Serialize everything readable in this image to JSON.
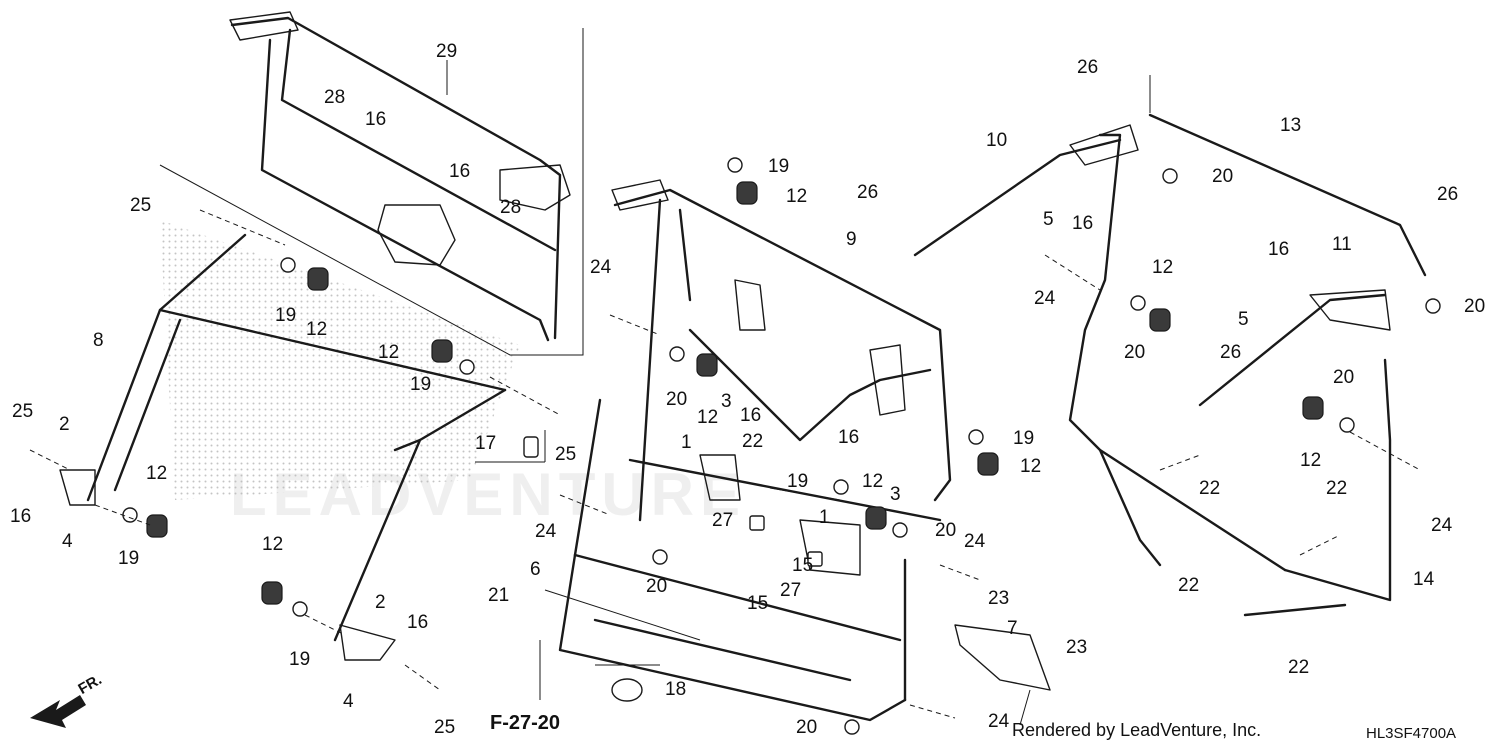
{
  "watermark": "LEADVENTURE",
  "credit": "Rendered by LeadVenture, Inc.",
  "diagram_code": "HL3SF4700A",
  "ref_label": "F-27-20",
  "direction_label": "FR.",
  "callouts": [
    {
      "id": "c29",
      "text": "29"
    },
    {
      "id": "c28a",
      "text": "28"
    },
    {
      "id": "c16a",
      "text": "16"
    },
    {
      "id": "c16b",
      "text": "16"
    },
    {
      "id": "c28b",
      "text": "28"
    },
    {
      "id": "c25a",
      "text": "25"
    },
    {
      "id": "c19a",
      "text": "19"
    },
    {
      "id": "c12a",
      "text": "12"
    },
    {
      "id": "c8",
      "text": "8"
    },
    {
      "id": "c12b",
      "text": "12"
    },
    {
      "id": "c19b",
      "text": "19"
    },
    {
      "id": "c25b",
      "text": "25"
    },
    {
      "id": "c2a",
      "text": "2"
    },
    {
      "id": "c16c",
      "text": "16"
    },
    {
      "id": "c4a",
      "text": "4"
    },
    {
      "id": "c12c",
      "text": "12"
    },
    {
      "id": "c19c",
      "text": "19"
    },
    {
      "id": "c17",
      "text": "17"
    },
    {
      "id": "c25c",
      "text": "25"
    },
    {
      "id": "c12d",
      "text": "12"
    },
    {
      "id": "c19d",
      "text": "19"
    },
    {
      "id": "c2b",
      "text": "2"
    },
    {
      "id": "c16d",
      "text": "16"
    },
    {
      "id": "c4b",
      "text": "4"
    },
    {
      "id": "c25d",
      "text": "25"
    },
    {
      "id": "c19e",
      "text": "19"
    },
    {
      "id": "c12e",
      "text": "12"
    },
    {
      "id": "c9",
      "text": "9"
    },
    {
      "id": "c24a",
      "text": "24"
    },
    {
      "id": "c20a",
      "text": "20"
    },
    {
      "id": "c12f",
      "text": "12"
    },
    {
      "id": "c3a",
      "text": "3"
    },
    {
      "id": "c16e",
      "text": "16"
    },
    {
      "id": "c1a",
      "text": "1"
    },
    {
      "id": "c22a",
      "text": "22"
    },
    {
      "id": "c16f",
      "text": "16"
    },
    {
      "id": "c19f",
      "text": "19"
    },
    {
      "id": "c12g",
      "text": "12"
    },
    {
      "id": "c3b",
      "text": "3"
    },
    {
      "id": "c19g",
      "text": "19"
    },
    {
      "id": "c12h",
      "text": "12"
    },
    {
      "id": "c24b",
      "text": "24"
    },
    {
      "id": "c27a",
      "text": "27"
    },
    {
      "id": "c1b",
      "text": "1"
    },
    {
      "id": "c20b",
      "text": "20"
    },
    {
      "id": "c6",
      "text": "6"
    },
    {
      "id": "c20c",
      "text": "20"
    },
    {
      "id": "c15a",
      "text": "15"
    },
    {
      "id": "c21",
      "text": "21"
    },
    {
      "id": "c15b",
      "text": "15"
    },
    {
      "id": "c27b",
      "text": "27"
    },
    {
      "id": "c24c",
      "text": "24"
    },
    {
      "id": "c23a",
      "text": "23"
    },
    {
      "id": "c7",
      "text": "7"
    },
    {
      "id": "c23b",
      "text": "23"
    },
    {
      "id": "c18",
      "text": "18"
    },
    {
      "id": "c20d",
      "text": "20"
    },
    {
      "id": "c24d",
      "text": "24"
    },
    {
      "id": "c10",
      "text": "10"
    },
    {
      "id": "c26a",
      "text": "26"
    },
    {
      "id": "c5a",
      "text": "5"
    },
    {
      "id": "c16g",
      "text": "16"
    },
    {
      "id": "c24e",
      "text": "24"
    },
    {
      "id": "c12i",
      "text": "12"
    },
    {
      "id": "c20e",
      "text": "20"
    },
    {
      "id": "c26b",
      "text": "26"
    },
    {
      "id": "c13",
      "text": "13"
    },
    {
      "id": "c20f",
      "text": "20"
    },
    {
      "id": "c26c",
      "text": "26"
    },
    {
      "id": "c16h",
      "text": "16"
    },
    {
      "id": "c11",
      "text": "11"
    },
    {
      "id": "c5b",
      "text": "5"
    },
    {
      "id": "c20g",
      "text": "20"
    },
    {
      "id": "c26d",
      "text": "26"
    },
    {
      "id": "c20h",
      "text": "20"
    },
    {
      "id": "c12j",
      "text": "12"
    },
    {
      "id": "c22b",
      "text": "22"
    },
    {
      "id": "c24f",
      "text": "24"
    },
    {
      "id": "c22c",
      "text": "22"
    },
    {
      "id": "c22d",
      "text": "22"
    },
    {
      "id": "c14",
      "text": "14"
    },
    {
      "id": "c22e",
      "text": "22"
    }
  ]
}
